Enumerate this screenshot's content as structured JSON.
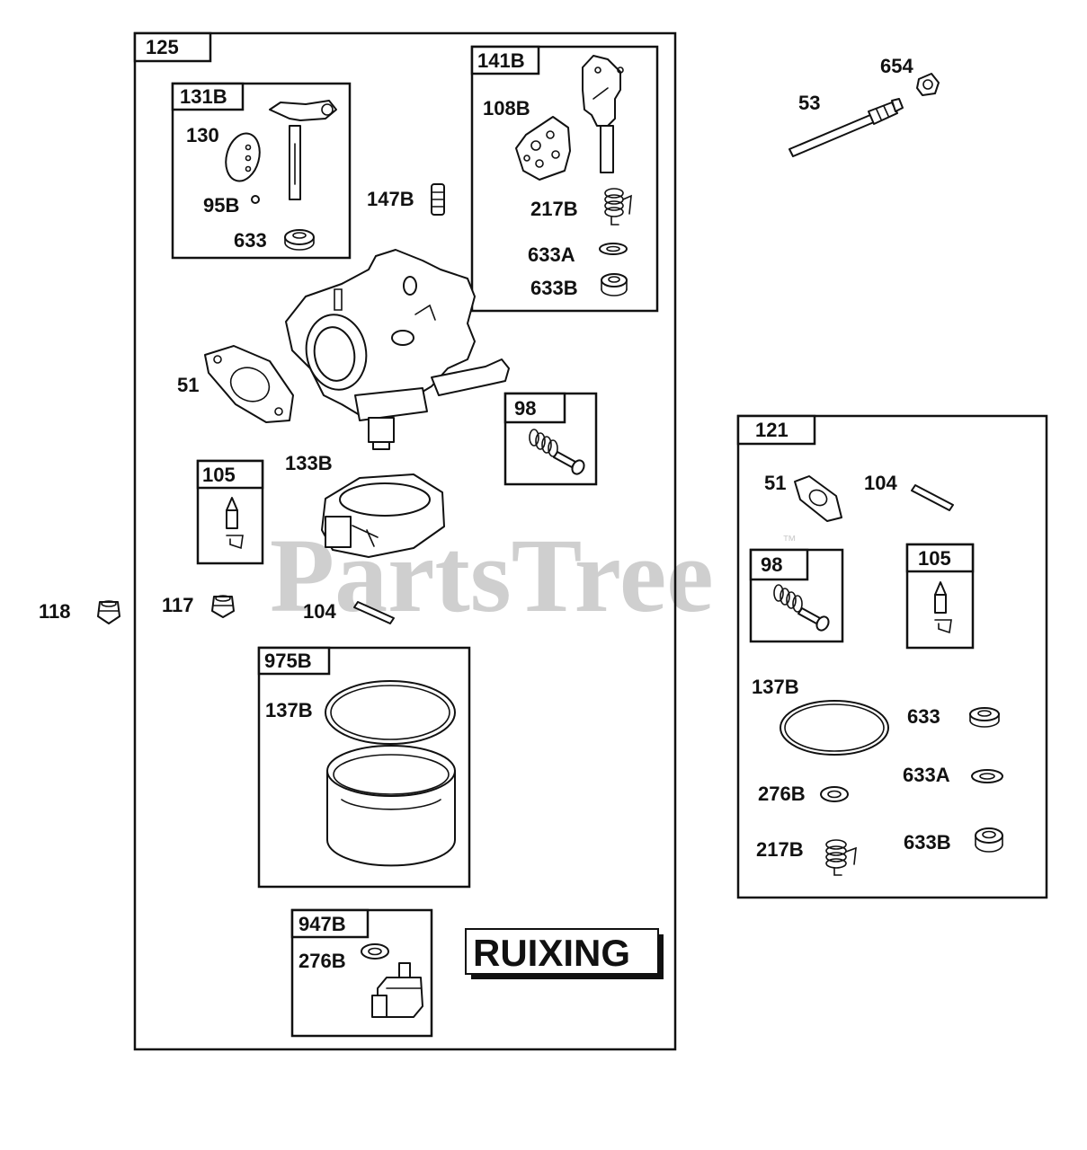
{
  "watermark": {
    "text": "PartsTree",
    "tm": "™"
  },
  "brand": "RUIXING",
  "boxes": {
    "b125": "125",
    "b131B": "131B",
    "b141B": "141B",
    "b98a": "98",
    "b105a": "105",
    "b975B": "975B",
    "b947B": "947B",
    "b121": "121",
    "b98b": "98",
    "b105b": "105"
  },
  "labels": {
    "l130": "130",
    "l95B": "95B",
    "l633a": "633",
    "l147B": "147B",
    "l108B": "108B",
    "l217Ba": "217B",
    "l633Aa": "633A",
    "l633Ba": "633B",
    "l51a": "51",
    "l133B": "133B",
    "l118": "118",
    "l117": "117",
    "l104a": "104",
    "l137Ba": "137B",
    "l276Ba": "276B",
    "l654": "654",
    "l53": "53",
    "l51b": "51",
    "l104b": "104",
    "l137Bb": "137B",
    "l633b": "633",
    "l633Ab": "633A",
    "l276Bb": "276B",
    "l217Bb": "217B",
    "l633Bb": "633B"
  }
}
